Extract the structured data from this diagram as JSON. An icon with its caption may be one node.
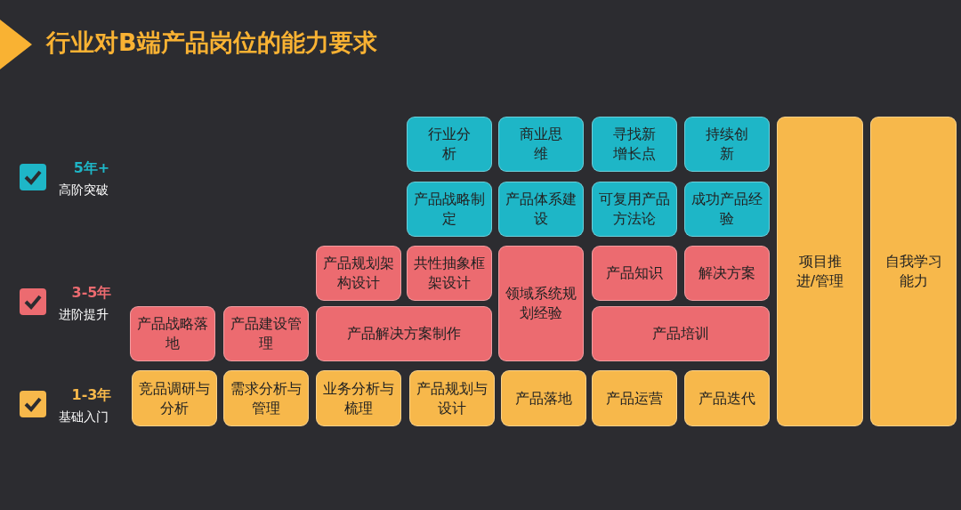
{
  "diagram": {
    "title": "行业对B端产品岗位的能力要求",
    "nodes": [
      {
        "text": [
          "行业分析"
        ]
      },
      {
        "text": [
          "商业思维"
        ]
      },
      {
        "text": [
          "寻找新增长点"
        ]
      },
      {
        "text": [
          "持续创新"
        ]
      },
      {
        "text": [
          "项目推进/管理"
        ]
      },
      {
        "text": [
          "自我学习能力"
        ]
      },
      {
        "text": [
          "产品战略制定"
        ]
      },
      {
        "text": [
          "产品体系建设"
        ]
      },
      {
        "text": [
          "可复用产品方法论"
        ]
      },
      {
        "text": [
          "成功产品经验"
        ]
      },
      {
        "text": [
          "产品规划架构设计"
        ]
      },
      {
        "text": [
          "共性抽象框架设计"
        ]
      },
      {
        "text": [
          "领域系统规划经验"
        ]
      },
      {
        "text": [
          "产品知识"
        ]
      },
      {
        "text": [
          "解决方案"
        ]
      },
      {
        "text": [
          "产品战略落地"
        ]
      },
      {
        "text": [
          "产品建设管理"
        ]
      },
      {
        "text": [
          "产品解决方案制作"
        ]
      },
      {
        "text": [
          "产品培训"
        ]
      },
      {
        "text": [
          "竞品调研与分析"
        ]
      },
      {
        "text": [
          "需求分析与管理"
        ]
      },
      {
        "text": [
          "业务分析与梳理"
        ]
      },
      {
        "text": [
          "产品规划与设计"
        ]
      },
      {
        "text": [
          "产品落地"
        ]
      },
      {
        "text": [
          "产品运营"
        ]
      },
      {
        "text": [
          "产品迭代"
        ]
      }
    ],
    "edges": [],
    "labels": [
      "5年+",
      "高阶突破",
      "3-5年",
      "进阶提升",
      "1-3年",
      "基础入门"
    ]
  }
}
